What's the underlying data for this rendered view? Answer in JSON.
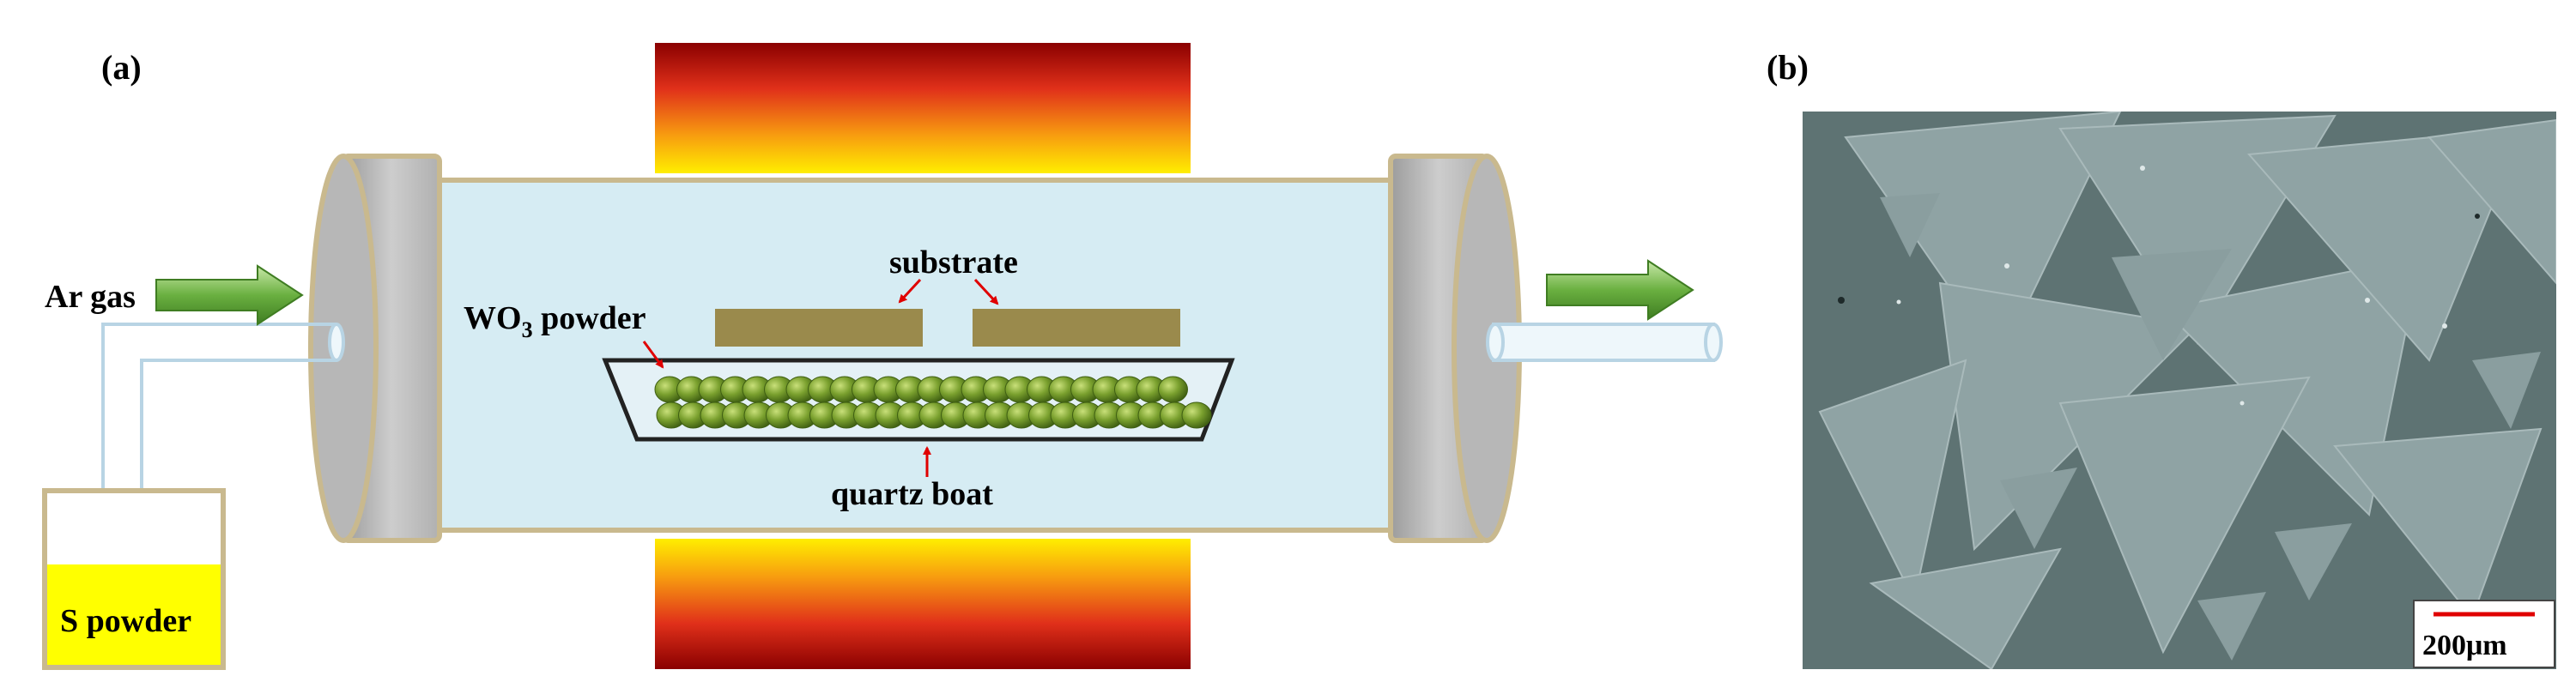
{
  "panel_a": {
    "label": "(a)",
    "ar_gas": "Ar gas",
    "s_powder": "S powder",
    "substrate": "substrate",
    "wo3_prefix": "WO",
    "wo3_sub": "3",
    "wo3_suffix": " powder",
    "quartz_boat": "quartz boat"
  },
  "panel_b": {
    "label": "(b)",
    "scale_bar": "200μm"
  },
  "colors": {
    "tube_fill": "#d6ecf3",
    "tube_edge": "#c9b98e",
    "flange_face": "#c4c4c4",
    "heater_top": "#c81010",
    "heater_bottom": "#ffee00",
    "arrow_green": "#5fa33a",
    "substrate": "#9a8a4c",
    "sphere": "#6f9a2c",
    "powder_box": "#ffff00",
    "label_arrow": "#e00000",
    "micrograph_bg": "#5e7373",
    "flake": "#8fa3a4"
  }
}
